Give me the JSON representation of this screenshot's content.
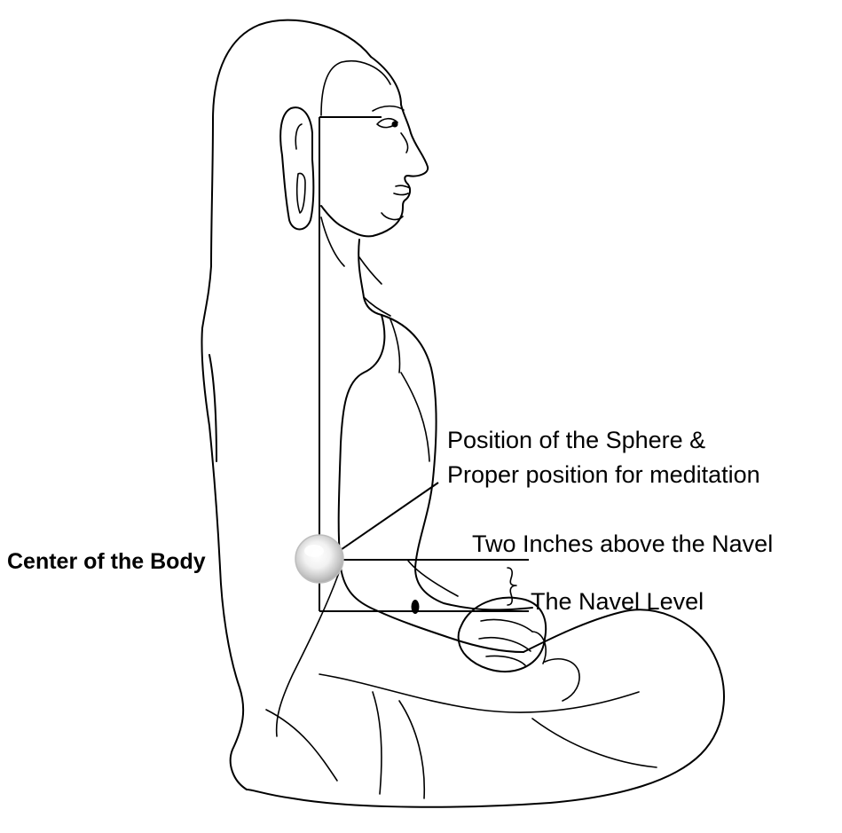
{
  "labels": {
    "center_of_body": "Center of the Body",
    "sphere_line1": "Position of the Sphere &",
    "sphere_line2": "Proper position for meditation",
    "two_inches": "Two Inches above the Navel",
    "navel_level": "The Navel Level"
  },
  "colors": {
    "line": "#000000",
    "background": "#ffffff",
    "sphere_highlight": "#ffffff",
    "sphere_shade": "#b8b8b8"
  },
  "icons": {
    "figure": "seated-meditator-figure",
    "sphere": "crystal-sphere-icon",
    "brace": "curly-brace-icon"
  }
}
